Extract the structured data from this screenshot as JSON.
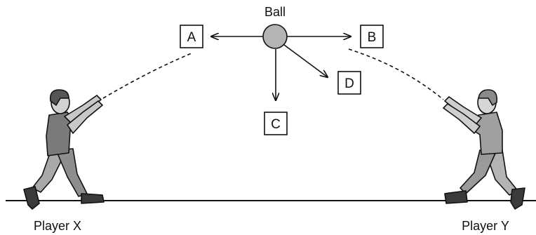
{
  "ball": {
    "label": "Ball"
  },
  "directions": [
    {
      "id": "A",
      "label": "A"
    },
    {
      "id": "B",
      "label": "B"
    },
    {
      "id": "C",
      "label": "C"
    },
    {
      "id": "D",
      "label": "D"
    }
  ],
  "players": [
    {
      "id": "x",
      "label": "Player X"
    },
    {
      "id": "y",
      "label": "Player Y"
    }
  ]
}
